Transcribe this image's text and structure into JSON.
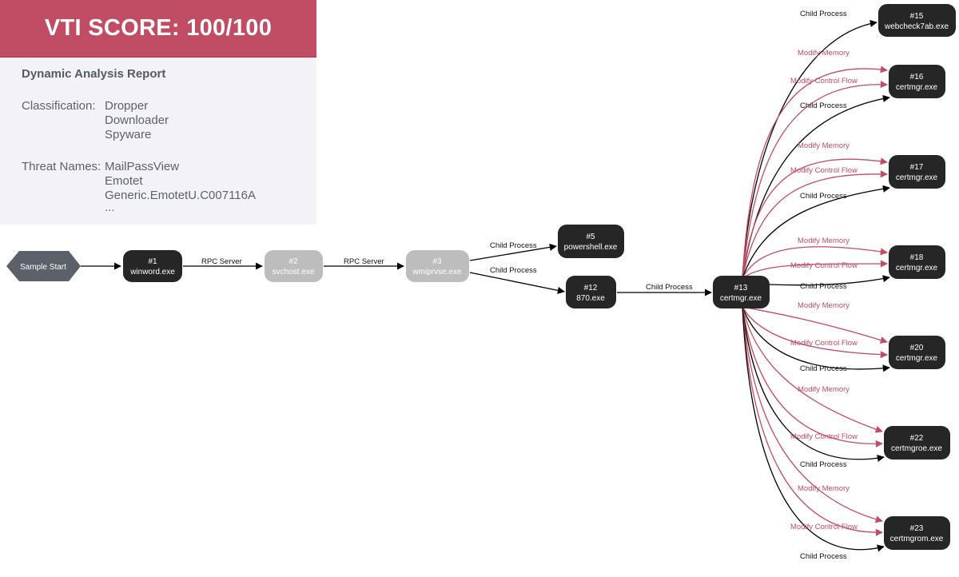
{
  "report": {
    "score": "VTI SCORE: 100/100",
    "title": "Dynamic Analysis Report",
    "classification_label": "Classification:",
    "classification": [
      "Dropper",
      "Downloader",
      "Spyware"
    ],
    "threat_label": "Threat Names:",
    "threats": [
      "MailPassView",
      "Emotet",
      "Generic.EmotetU.C007116A",
      "..."
    ]
  },
  "colors": {
    "score_bg": "#c04d63",
    "node_dark": "#262626",
    "node_grey": "#bdbdbd",
    "start_node": "#5b6069",
    "edge_red": "#c04d63",
    "panel_bg": "#f3f2f8"
  },
  "nodes": {
    "start": {
      "label": "Sample Start"
    },
    "n1": {
      "id": "#1",
      "name": "winword.exe"
    },
    "n2": {
      "id": "#2",
      "name": "svchost.exe"
    },
    "n3": {
      "id": "#3",
      "name": "wmiprvse.exe"
    },
    "n5": {
      "id": "#5",
      "name": "powershell.exe"
    },
    "n12": {
      "id": "#12",
      "name": "870.exe"
    },
    "n13": {
      "id": "#13",
      "name": "certmgr.exe"
    },
    "n15": {
      "id": "#15",
      "name": "webcheck7ab.exe"
    },
    "n16": {
      "id": "#16",
      "name": "certmgr.exe"
    },
    "n17": {
      "id": "#17",
      "name": "certmgr.exe"
    },
    "n18": {
      "id": "#18",
      "name": "certmgr.exe"
    },
    "n20": {
      "id": "#20",
      "name": "certmgr.exe"
    },
    "n22": {
      "id": "#22",
      "name": "certmgroe.exe"
    },
    "n23": {
      "id": "#23",
      "name": "certmgrom.exe"
    }
  },
  "edge_labels": {
    "rpc_server": "RPC Server",
    "child_process": "Child Process",
    "modify_memory": "Modify Memory",
    "modify_control_flow": "Modify Control Flow"
  }
}
